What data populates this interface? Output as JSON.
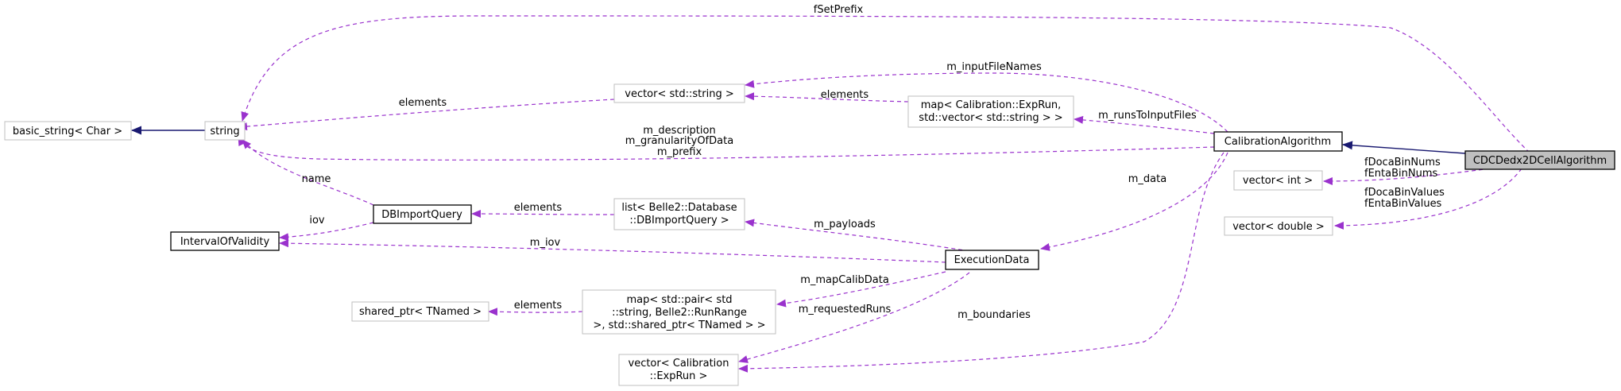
{
  "nodes": {
    "basic_string": "basic_string< Char >",
    "string": "string",
    "vector_string": "vector< std::string >",
    "map_exprun": [
      "map< Calibration::ExpRun,",
      "std::vector< std::string > >"
    ],
    "calibration_algorithm": "CalibrationAlgorithm",
    "cdcdedx": "CDCDedx2DCellAlgorithm",
    "vector_int": "vector< int >",
    "vector_double": "vector< double >",
    "dbimportquery": "DBImportQuery",
    "list_db": [
      "list< Belle2::Database",
      "::DBImportQuery >"
    ],
    "interval": "IntervalOfValidity",
    "execution_data": "ExecutionData",
    "shared_ptr": "shared_ptr< TNamed >",
    "map_pair": [
      "map< std::pair< std",
      "::string, Belle2::RunRange",
      " >, std::shared_ptr< TNamed > >"
    ],
    "vector_exprun": [
      "vector< Calibration",
      "::ExpRun >"
    ]
  },
  "edges": {
    "fSetPrefix": "fSetPrefix",
    "m_inputFileNames": "m_inputFileNames",
    "elements_vs": "elements",
    "elements_map": "elements",
    "m_runsToInputFiles": "m_runsToInputFiles",
    "string_members": [
      "m_description",
      "m_granularityOfData",
      "m_prefix"
    ],
    "name": "name",
    "iov": "iov",
    "elements_list": "elements",
    "m_data": "m_data",
    "m_payloads": "m_payloads",
    "m_iov": "m_iov",
    "m_mapCalibData": "m_mapCalibData",
    "elements_shared": "elements",
    "m_requestedRuns": "m_requestedRuns",
    "m_boundaries": "m_boundaries",
    "int_members": [
      "fDocaBinNums",
      "fEntaBinNums"
    ],
    "double_members": [
      "fDocaBinValues",
      "fEntaBinValues"
    ]
  },
  "colors": {
    "association": "#9a32cd",
    "inheritance": "#191970",
    "focus_fill": "#bfbfbf",
    "gray_border": "#bfbfbf"
  }
}
